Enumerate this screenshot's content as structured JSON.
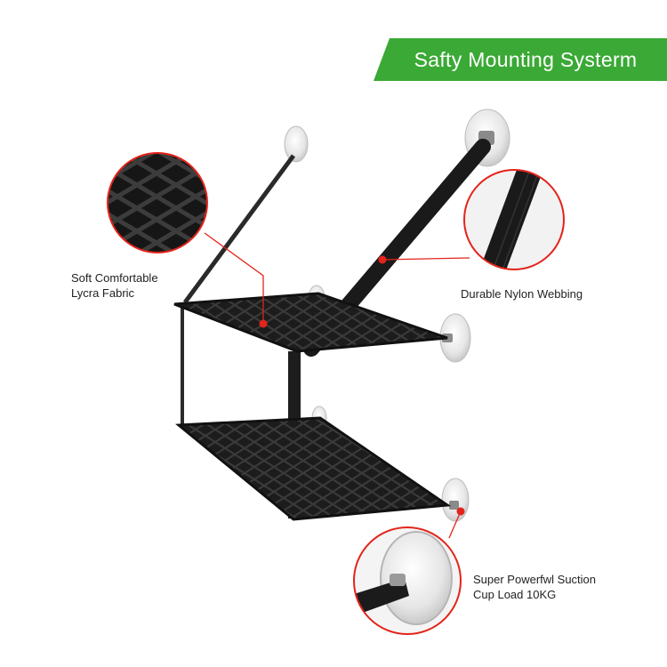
{
  "banner": {
    "title": "Safty Mounting Systerm",
    "color": "#3aa935"
  },
  "callouts": {
    "fabric": {
      "line1": "Soft Comfortable",
      "line2": "Lycra Fabric"
    },
    "webbing": {
      "line1": "Durable Nylon Webbing"
    },
    "suction": {
      "line1": "Super Powerfwl Suction",
      "line2": "Cup Load 10KG"
    }
  },
  "accent_color": "#e3241b"
}
